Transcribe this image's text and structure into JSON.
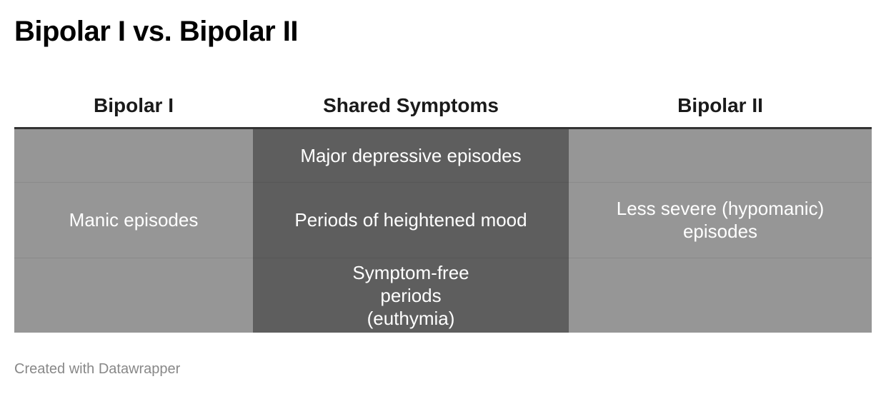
{
  "title": "Bipolar I vs. Bipolar II",
  "table": {
    "headers": [
      "Bipolar I",
      "Shared Symptoms",
      "Bipolar II"
    ],
    "bipolar_1": [
      "Manic episodes"
    ],
    "shared": [
      "Major depressive episodes",
      "Periods of heightened mood",
      "Symptom-free periods (euthymia)"
    ],
    "bipolar_2": [
      "Less severe (hypomanic) episodes"
    ]
  },
  "colors": {
    "side_columns": "#969696",
    "shared_column": "#5e5e5e",
    "header_rule": "#333333"
  },
  "footer": "Created with Datawrapper"
}
